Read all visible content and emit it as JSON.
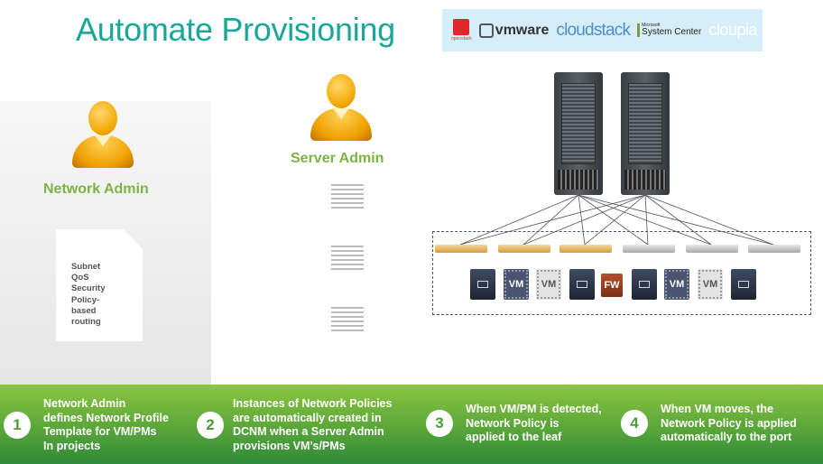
{
  "title": "Automate Provisioning",
  "logos": {
    "openstack": "openstack",
    "vmware": "vmware",
    "cloudstack": "cloudstack",
    "system_center_small": "Microsoft",
    "system_center": "System Center",
    "cloupia": "cloupia"
  },
  "roles": {
    "network_admin": "Network Admin",
    "server_admin": "Server Admin"
  },
  "network_profile_doc": {
    "lines": [
      "Subnet",
      "QoS",
      "Security",
      "Policy-",
      "based",
      "routing"
    ]
  },
  "topology": {
    "leaf_colors": [
      "orange",
      "orange",
      "orange",
      "gray",
      "gray",
      "gray"
    ],
    "nodes": [
      {
        "type": "pm",
        "label": ""
      },
      {
        "type": "vm-dark",
        "label": "VM"
      },
      {
        "type": "vm-light",
        "label": "VM"
      },
      {
        "type": "pm",
        "label": ""
      },
      {
        "type": "fw",
        "label": "FW"
      },
      {
        "type": "pm",
        "label": ""
      },
      {
        "type": "vm-dark",
        "label": "VM"
      },
      {
        "type": "vm-light",
        "label": "VM"
      },
      {
        "type": "pm",
        "label": ""
      }
    ]
  },
  "steps": [
    {
      "num": "1",
      "text": "Network Admin\ndefines Network Profile\nTemplate for VM/PMs\nIn projects"
    },
    {
      "num": "2",
      "text": "Instances of Network Policies\nare automatically created in\nDCNM when a Server Admin\nprovisions VM’s/PMs"
    },
    {
      "num": "3",
      "text": "When VM/PM is detected,\nNetwork Policy is\napplied to the leaf"
    },
    {
      "num": "4",
      "text": "When VM moves, the\nNetwork Policy is applied\nautomatically to the port"
    }
  ],
  "colors": {
    "title": "#1aa79a",
    "role_label": "#7cb342",
    "bottom_bar": "#5aa63a"
  }
}
